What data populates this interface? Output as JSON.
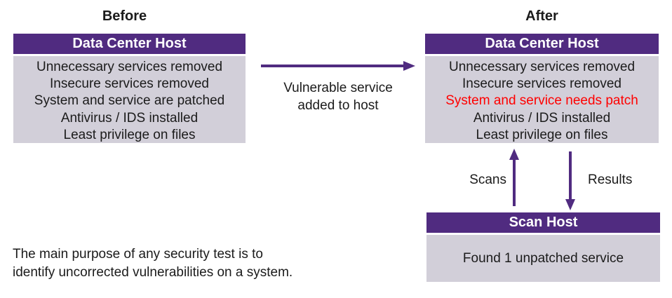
{
  "colors": {
    "purple": "#502B80",
    "panel_gray": "#D2CFD9",
    "alert_red": "#FF0000",
    "text": "#1B1B1B"
  },
  "before": {
    "title": "Before",
    "box": {
      "header": "Data Center Host",
      "lines": [
        "Unnecessary services removed",
        "Insecure services removed",
        "System and service are patched",
        "Antivirus / IDS installed",
        "Least privilege on files"
      ]
    }
  },
  "transition": {
    "label": [
      "Vulnerable service",
      "added to host"
    ]
  },
  "after": {
    "title": "After",
    "box": {
      "header": "Data Center Host",
      "lines": [
        "Unnecessary services removed",
        "Insecure services removed",
        "System and service needs patch",
        "Antivirus / IDS installed",
        "Least privilege on files"
      ]
    }
  },
  "scan_loop": {
    "scans_label": "Scans",
    "results_label": "Results"
  },
  "scan_host": {
    "header": "Scan Host",
    "body": "Found 1 unpatched service"
  },
  "footnote": [
    "The main purpose of any security test is to",
    "identify uncorrected vulnerabilities on a system."
  ]
}
